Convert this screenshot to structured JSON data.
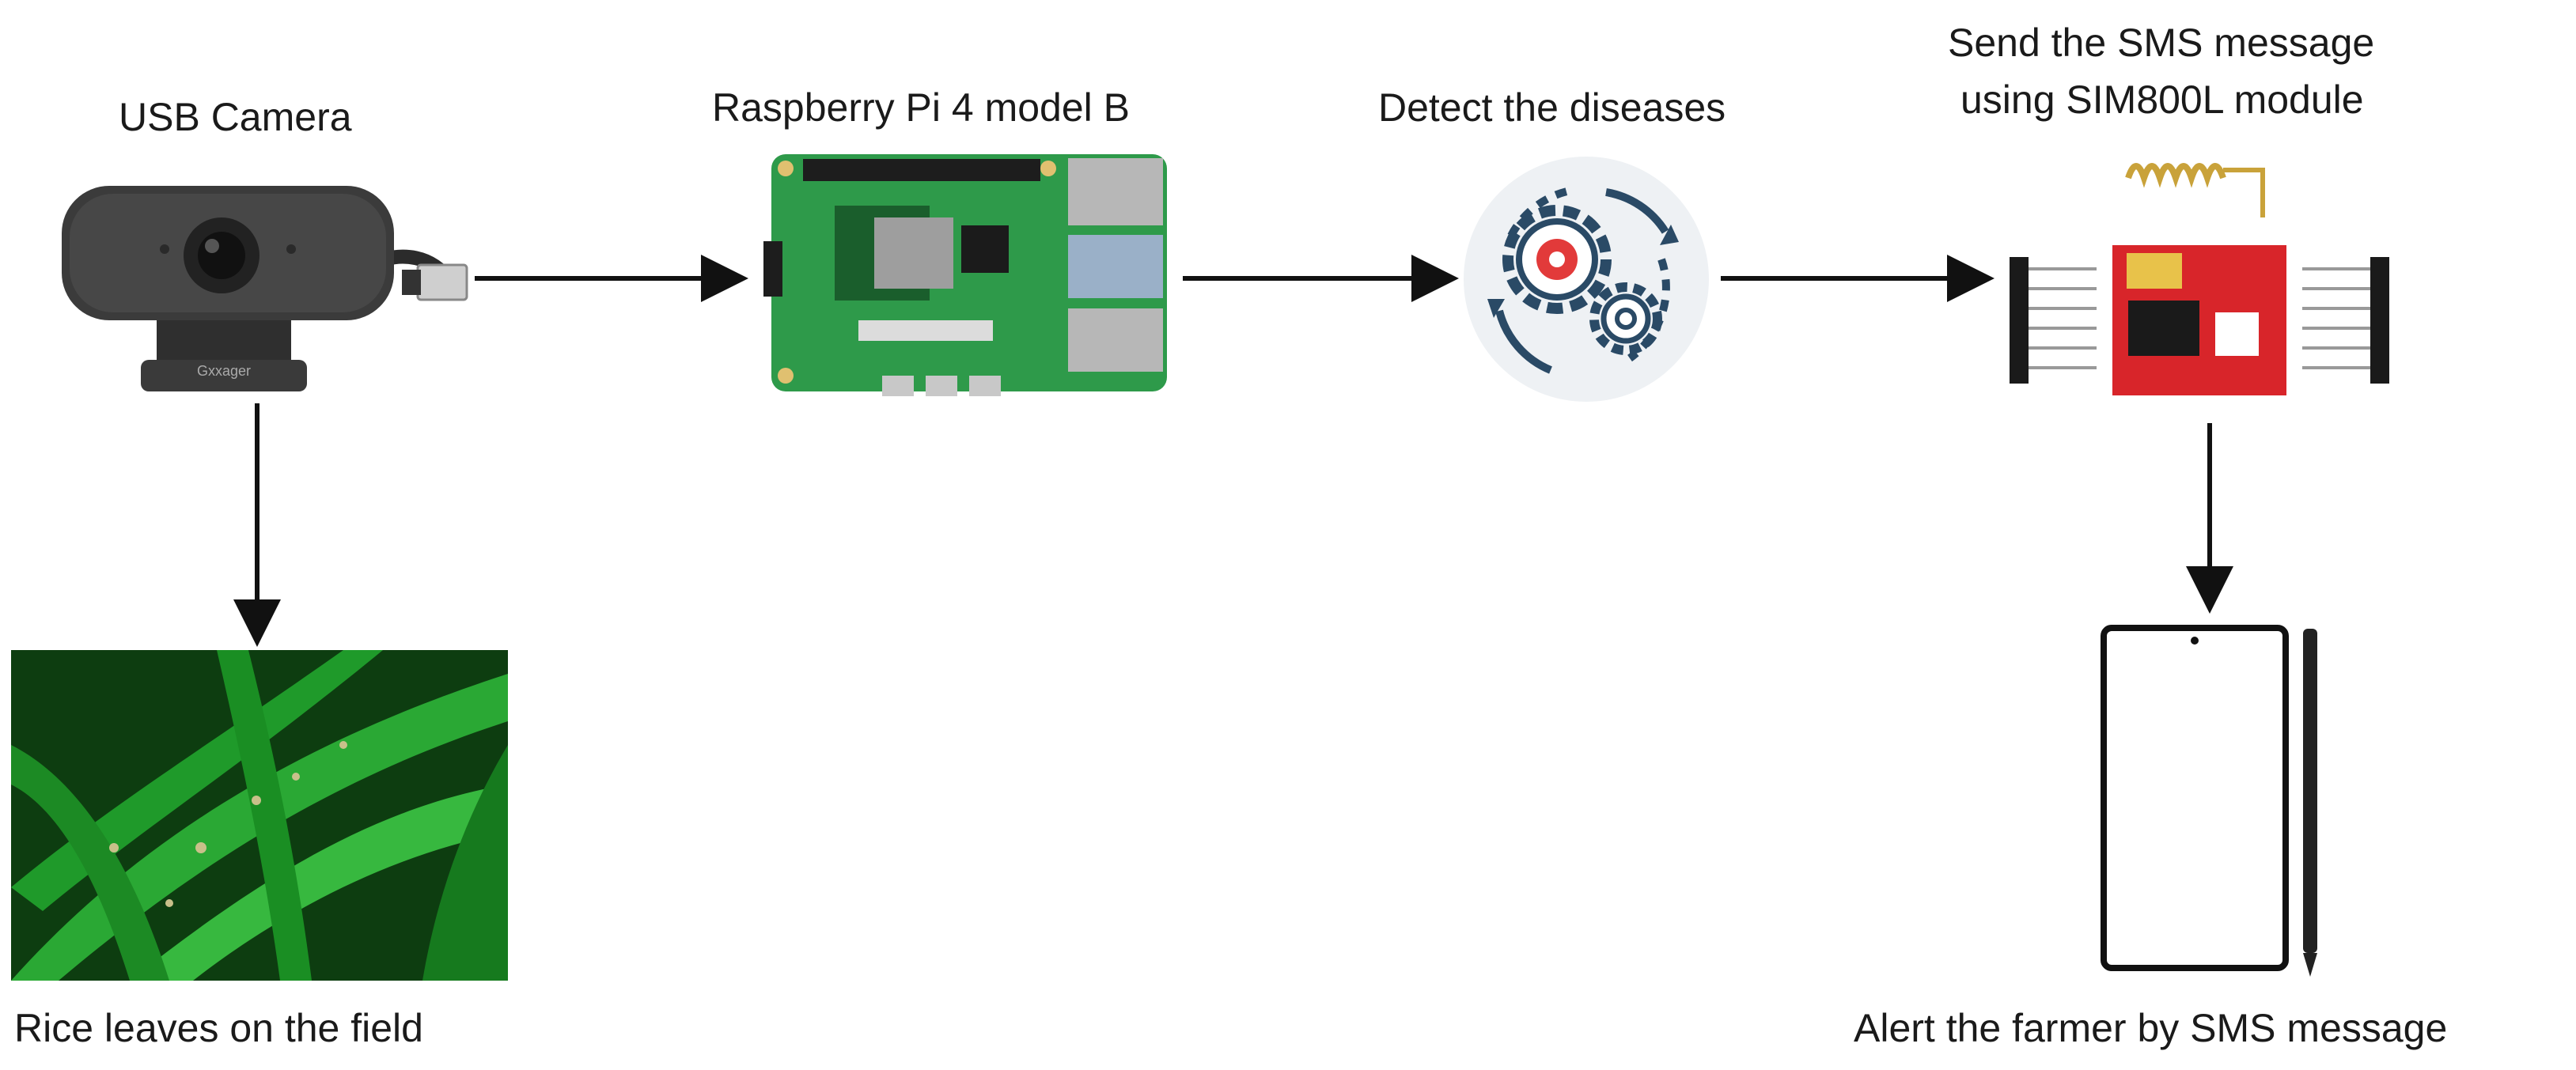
{
  "labels": {
    "camera": "USB Camera",
    "pi": "Raspberry Pi 4 model B",
    "detect": "Detect the diseases",
    "sms_line1": "Send the SMS message",
    "sms_line2": "using SIM800L module",
    "leaves": "Rice leaves on the field",
    "alert": "Alert the farmer by SMS message"
  },
  "camera_brand": "Gxxager",
  "colors": {
    "pcb_green": "#2e9a4a",
    "sim_red": "#d8252a",
    "gear_dark": "#2a4a66",
    "gear_red": "#e23a3a",
    "leaf_green": "#1f9a2a",
    "arrow": "#111111"
  },
  "icons": [
    "usb-camera-icon",
    "raspberry-pi-board-icon",
    "gears-cycle-icon",
    "sim800l-module-icon",
    "smartphone-icon",
    "stylus-icon"
  ]
}
